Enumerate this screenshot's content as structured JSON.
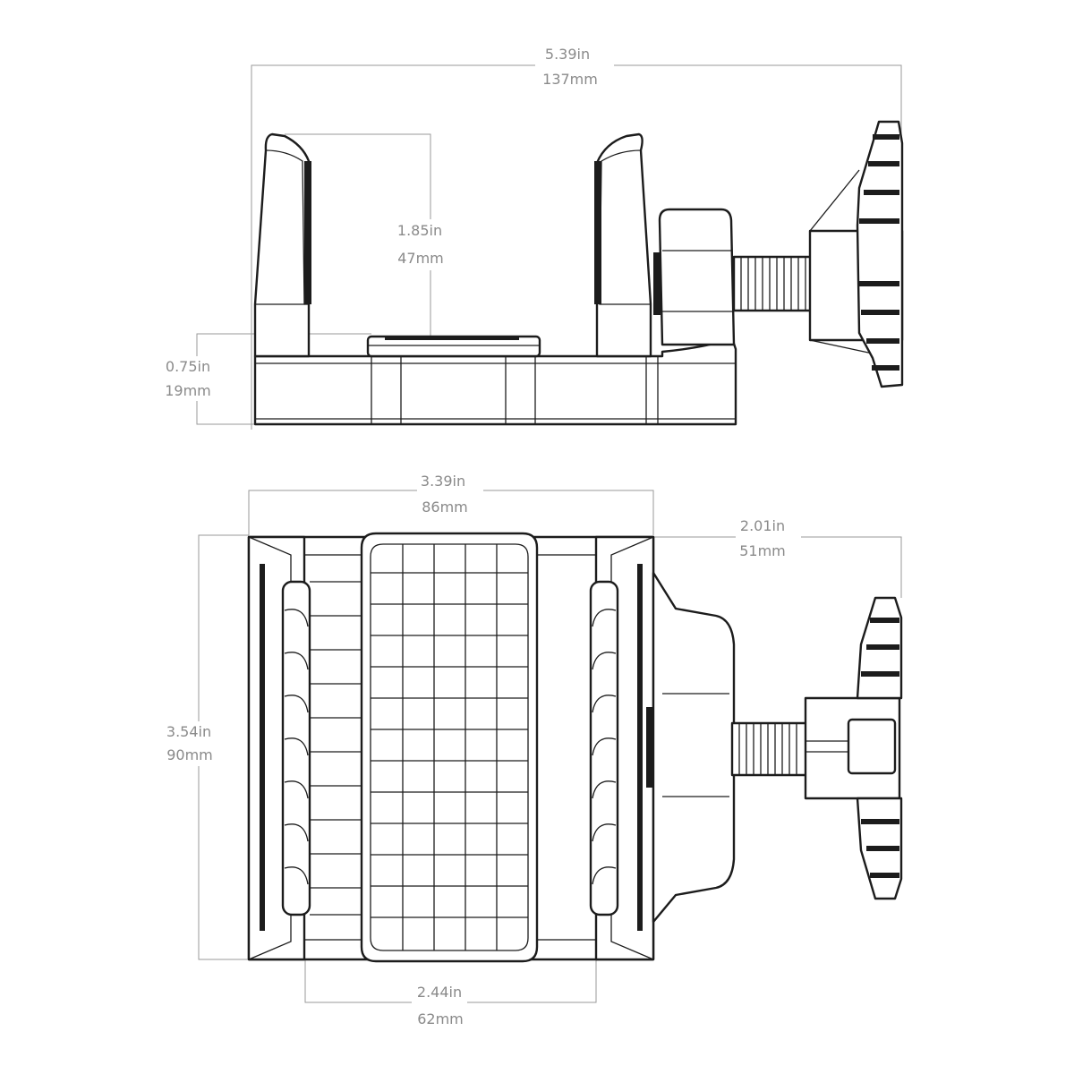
{
  "dimensions": {
    "overall_width": {
      "in": "5.39in",
      "mm": "137mm"
    },
    "jaw_opening": {
      "in": "1.85in",
      "mm": "47mm"
    },
    "base_height": {
      "in": "0.75in",
      "mm": "19mm"
    },
    "cradle_width": {
      "in": "3.39in",
      "mm": "86mm"
    },
    "cradle_depth": {
      "in": "3.54in",
      "mm": "90mm"
    },
    "clamp_depth": {
      "in": "2.01in",
      "mm": "51mm"
    },
    "grip_width": {
      "in": "2.44in",
      "mm": "62mm"
    }
  },
  "colors": {
    "outline": "#1c1c1c",
    "dimension": "#9a9a9a",
    "label": "#8a8a8a"
  }
}
